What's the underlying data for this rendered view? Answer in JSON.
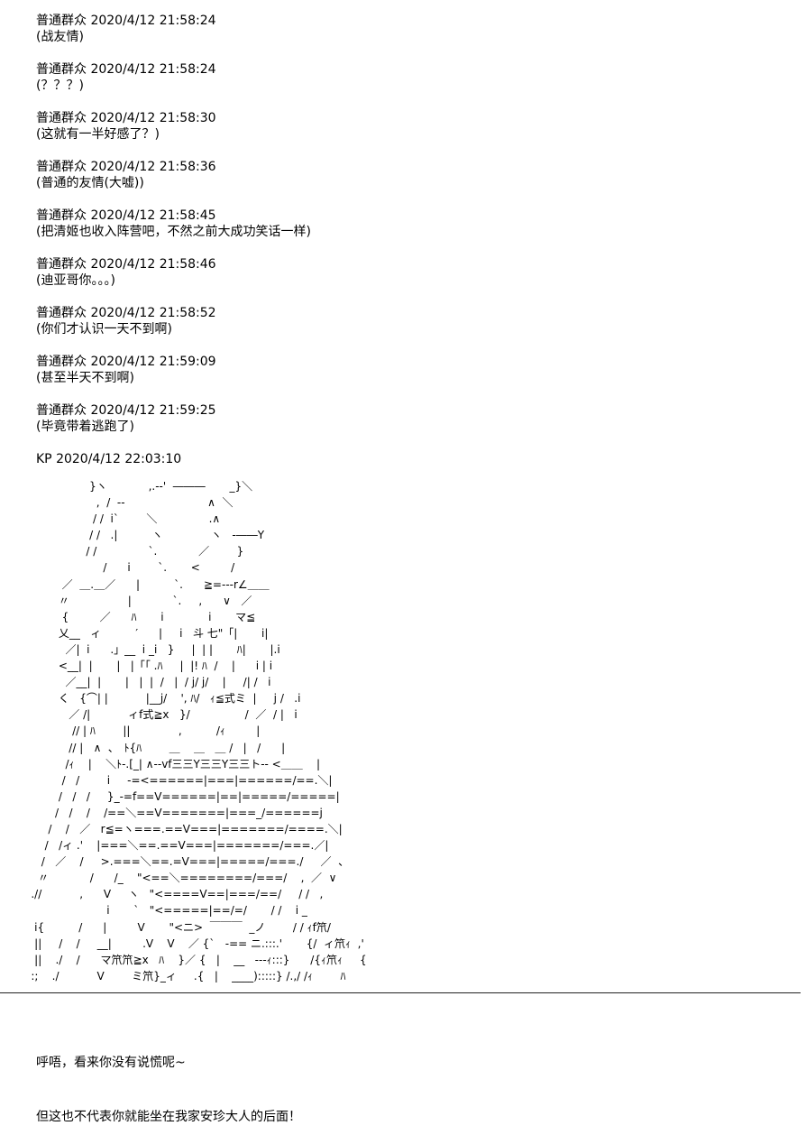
{
  "messages": [
    {
      "author": "普通群众",
      "time": "2020/4/12 21:58:24",
      "text": "(战友情)"
    },
    {
      "author": "普通群众",
      "time": "2020/4/12 21:58:24",
      "text": "(？？？)"
    },
    {
      "author": "普通群众",
      "time": "2020/4/12 21:58:30",
      "text": "(这就有一半好感了？)"
    },
    {
      "author": "普通群众",
      "time": "2020/4/12 21:58:36",
      "text": "(普通的友情(大嘘))"
    },
    {
      "author": "普通群众",
      "time": "2020/4/12 21:58:45",
      "text": "(把清姬也收入阵营吧，不然之前大成功笑话一样)"
    },
    {
      "author": "普通群众",
      "time": "2020/4/12 21:58:46",
      "text": "(迪亚哥你。。。)"
    },
    {
      "author": "普通群众",
      "time": "2020/4/12 21:58:52",
      "text": "(你们才认识一天不到啊)"
    },
    {
      "author": "普通群众",
      "time": "2020/4/12 21:59:09",
      "text": "(甚至半天不到啊)"
    },
    {
      "author": "普通群众",
      "time": "2020/4/12 21:59:25",
      "text": "(毕竟带着逃跑了)"
    }
  ],
  "kp": {
    "author": "KP",
    "time": "2020/4/12 22:03:10"
  },
  "ascii_art": "                          }ヽ            ,.-‐'  ―――       _}＼\n                            ,  /  --                        ∧  ＼\n                           / /  i`        ＼               .∧\n                          / /   .|          ヽ              ヽ   ‐――Y\n                         / /               `.            ／        }\n                              /      i        `.       <         /\n                  ／  ＿.＿／      |          `.      ≧=--‐r∠＿＿\n                 〃                 |            `.     ,      ∨   ／\n                  {         ／      ﾊ       i             i       マ≦\n                 乂__   ィ          ′      |     i   斗 七\"「|       i|\n                   ／|  i      .」__  i _i   }     |  | |       ﾊ|       |.i\n                 <__|  |       |   |「「 .ﾊ     |  |! ﾊ  /    |      i | i\n                   ／__|  |       |   |  |  /   |  / j/ j/    |     /| /   i\n                 く   {⌒| |           |__j/    ', ﾊ/   ｨ≦式ミ  |     j /   .i\n                    ／ /|           ィf式≧x   }/                /  ／  / |   i\n                     // | ﾊ        ||              ,          /ｨ         |\n                    // |   ∧  ､   ﾄ{ﾊ        ＿    ＿   ＿ /   |   /      |\n                   /ｨ    |    ＼ﾄ-.[_| ∧--vf三三Y三三Y三三ト-- <＿＿    |\n                  /   /        i     -=<======|===|======/==.＼|\n                 /   /   /     }_-=f==V======|==|=====/=====|\n                /   /    /    /==＼==V=======|===_/======j\n              /    /   ／   r≦=ヽ===.==V===|=======/====.＼|\n             /   /ィ .'    |===＼==.==V===|=======/===.／|\n            /   ／    /     >.===＼==.=V===|=====/===./     ／  、\n           〃            /      /_    \"<==＼========/===/    ,  ／  ∨\n         .//           ,      V     ヽ   \"<====V==|===/==/     / /   ,\n                               i       `   \"<=====|==/=/       / /    i _\n          i{          /      |         V       \"<ニ>  ￣￣￣  _ノ        / / ｨf笊/\n          ||     /    /     __|         .V    V    ／ {`   ‐== ニ.:::.'       {/  ィ笊ｨ  ,'\n          ||    ./    /      マ笊笊≧x   ﾊ    }／ {   |    __   ‐‐-ｨ:::}      /{ｨ笊ｨ     {\n         :;    ./           V        ミ笊}_ィ     .{   |    ____):::::} /.,/ /ｨ        ﾊ\n――――――――――――――――――――――――――――――――――――――――――――――――――――――――――――――――――――――――――",
  "closing": [
    "呼唔，看来你没有说慌呢~",
    "但这也不代表你就能坐在我家安珍大人的后面！"
  ]
}
